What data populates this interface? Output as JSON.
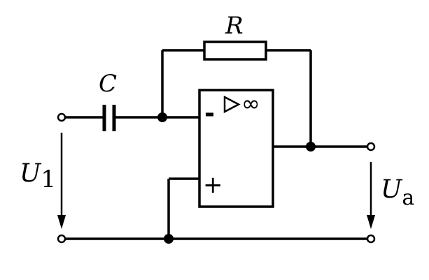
{
  "circuit": {
    "capacitor_label": "C",
    "resistor_label": "R",
    "opamp": {
      "inverting_sign": "-",
      "noninverting_sign": "+",
      "gain_symbol": "∞"
    },
    "input_voltage": {
      "symbol": "U",
      "subscript": "1"
    },
    "output_voltage": {
      "symbol": "U",
      "subscript": "a"
    }
  }
}
